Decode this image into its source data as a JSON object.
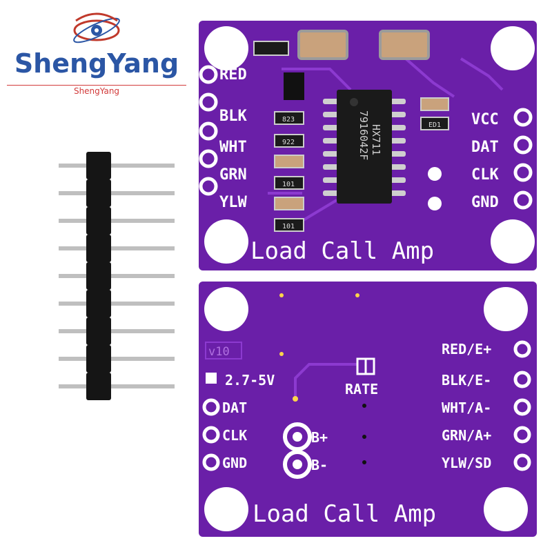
{
  "brand": {
    "name": "ShengYang",
    "subtitle": "ShengYang",
    "name_color": "#2b56a5",
    "subtitle_color": "#d23a3a"
  },
  "colors": {
    "pcb_purple": "#6a1fa8",
    "pcb_light": "#8c3ad0",
    "silk": "#ffffff",
    "header_plastic": "#151515",
    "pins": "#bfbfbf"
  },
  "top_board": {
    "pins_left": [
      "RED",
      "BLK",
      "WHT",
      "GRN",
      "YLW"
    ],
    "pins_right": [
      "VCC",
      "DAT",
      "CLK",
      "GND"
    ],
    "chip_line1": "HX711",
    "chip_line2": "7916042F",
    "resistor_codes": [
      "823",
      "922",
      "101",
      "101"
    ],
    "capacitor_code": "ED1",
    "footer": "Load Call Amp"
  },
  "bottom_board": {
    "version": "v10",
    "voltage": "2.7-5V",
    "pins_left": [
      "DAT",
      "CLK",
      "GND"
    ],
    "pins_right": [
      "RED/E+",
      "BLK/E-",
      "WHT/A-",
      "GRN/A+",
      "YLW/SD"
    ],
    "rate_label": "RATE",
    "b_plus": "B+",
    "b_minus": "B-",
    "footer": "Load Call Amp"
  },
  "header": {
    "pin_count": 9
  }
}
